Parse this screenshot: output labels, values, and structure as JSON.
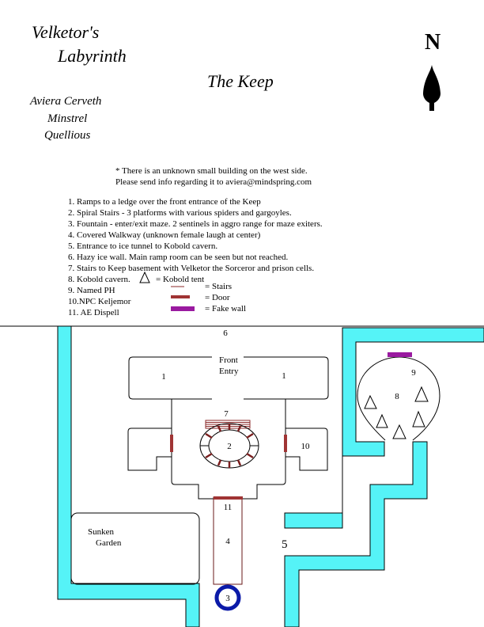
{
  "header": {
    "title_line1": "Velketor's",
    "title_line2": "Labyrinth",
    "subtitle": "The Keep",
    "author_name": "Aviera Cerveth",
    "author_class": "Minstrel",
    "author_server": "Quellious",
    "compass_letter": "N"
  },
  "note": {
    "line1": "* There is an unknown small building on the west side.",
    "line2": "Please send info regarding it to aviera@mindspring.com"
  },
  "legend_items": [
    "1. Ramps to a ledge over the front entrance of the Keep",
    "2. Spiral Stairs - 3 platforms with various spiders and gargoyles.",
    "3. Fountain - enter/exit maze. 2 sentinels in aggro range for maze exiters.",
    "4. Covered Walkway (unknown female laugh at center)",
    "5. Entrance to ice tunnel to Kobold cavern.",
    "6. Hazy ice wall. Main ramp room can be seen but not reached.",
    "7. Stairs to Keep basement with Velketor the Sorceror and prison cells.",
    "8. Kobold cavern.",
    "9. Named PH",
    "10.NPC Keljemor",
    "11. AE Dispell"
  ],
  "symbols": {
    "kobold_tent": "= Kobold tent",
    "stairs": "= Stairs",
    "door": "= Door",
    "fake_wall": "= Fake wall"
  },
  "map_labels": {
    "ice_wall": "6",
    "front_entry_1": "Front",
    "front_entry_2": "Entry",
    "ramp_left": "1",
    "ramp_right": "1",
    "basement_stairs": "7",
    "spiral_stairs": "2",
    "keljemor": "10",
    "dispell": "11",
    "walkway": "4",
    "fountain": "3",
    "tunnel_entrance": "5",
    "cavern": "8",
    "named_ph": "9",
    "garden_1": "Sunken",
    "garden_2": "Garden"
  },
  "colors": {
    "ice": "#55f3f7",
    "door": "#a03434",
    "fake_wall": "#9a1aa0",
    "fountain": "#0b1aa8"
  }
}
